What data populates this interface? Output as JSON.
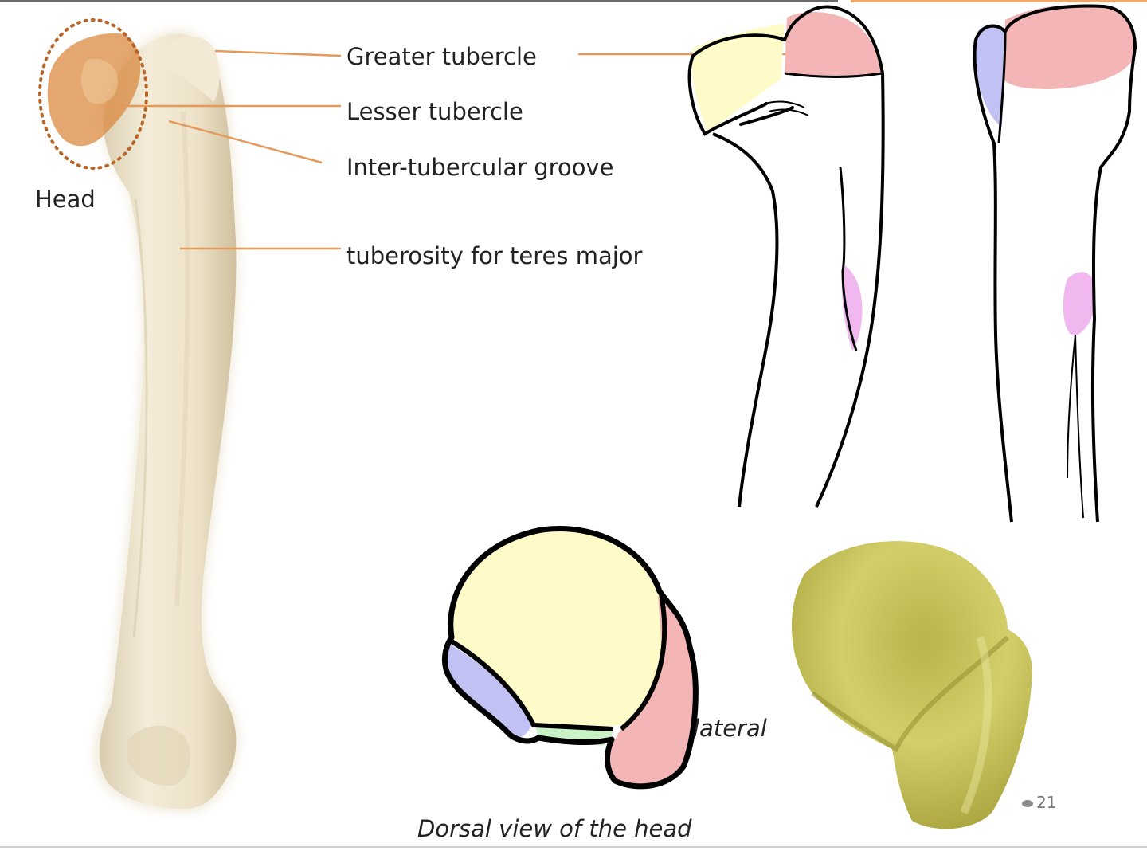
{
  "labels": {
    "head": "Head",
    "greater_tubercle": "Greater tubercle",
    "lesser_tubercle": "Lesser tubercle",
    "inter_tubercular_groove": "Inter-tubercular groove",
    "teres_major": "tuberosity for teres major",
    "lateral": "lateral",
    "caption": "Dorsal view of the head"
  },
  "page_number": "21",
  "colors": {
    "leader_line": "#e39a5a",
    "head_highlight": "#d98a3f",
    "bone": "#efe5cf",
    "yellow_region": "#fefbc8",
    "pink_region": "#f3b5b5",
    "blue_region": "#c1c2f3",
    "green_region": "#c9f2c6",
    "violet_region": "#f1b8ef",
    "olive_bone": "#c8c45a",
    "top_bar_orange": "#f0a86a"
  }
}
